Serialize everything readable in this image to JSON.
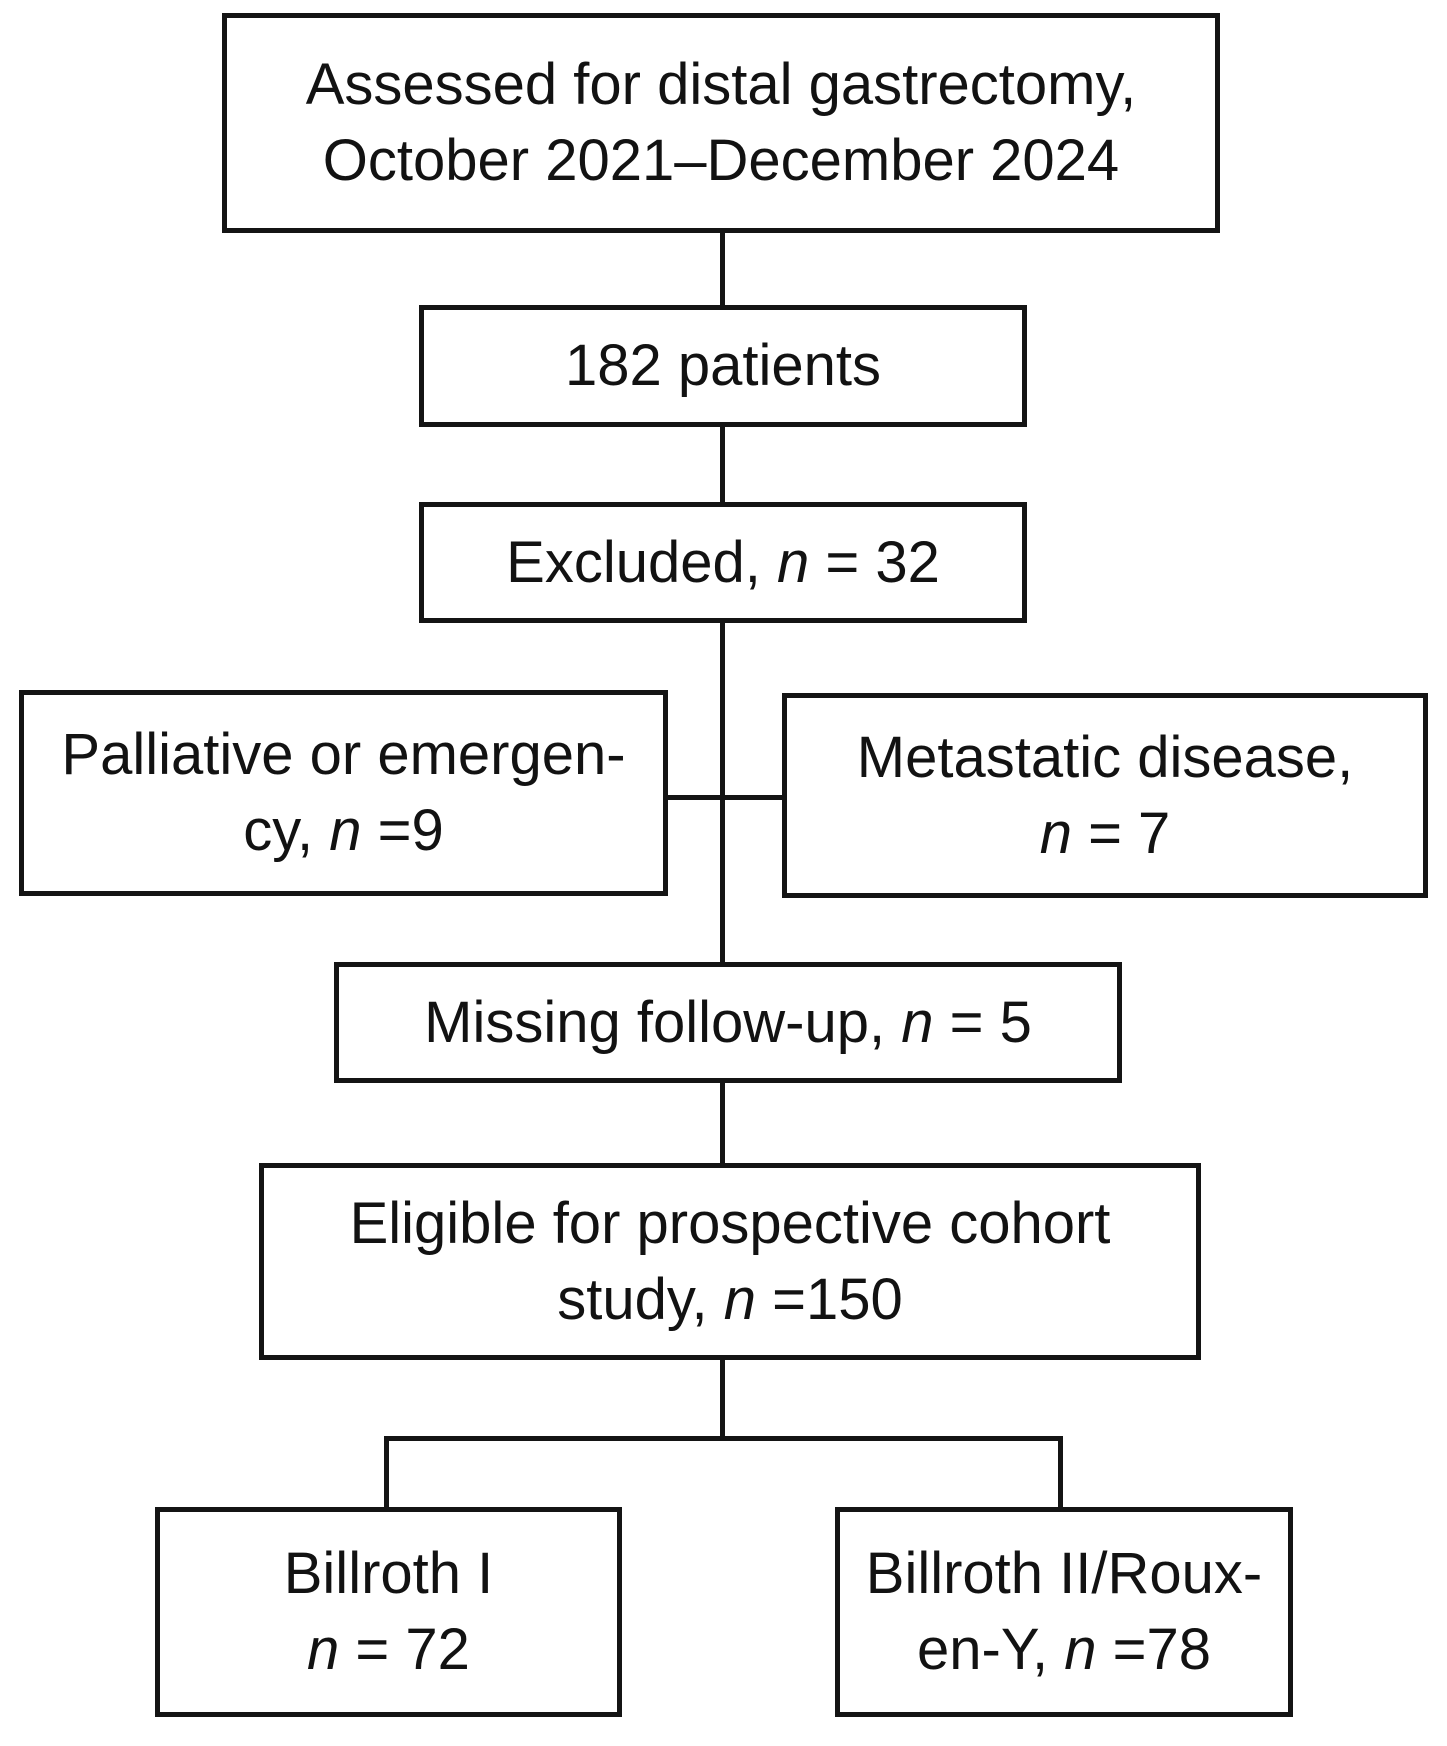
{
  "figure": {
    "type": "flowchart",
    "description": "CONSORT-style patient flow diagram for a distal gastrectomy prospective cohort study"
  },
  "colors": {
    "background": "#ffffff",
    "line": "#141414",
    "text": "#121212",
    "box_fill": "#ffffff"
  },
  "boxes": {
    "assessed": {
      "line1": "Assessed for distal gastrectomy,",
      "line2": "October 2021–December 2024"
    },
    "patients": {
      "line1": "182 patients"
    },
    "excluded": {
      "pre": "Excluded, ",
      "n": "n",
      "post": " = 32"
    },
    "palliative": {
      "line1": "Palliative or emergen-",
      "line2_pre": "cy, ",
      "n": "n",
      "line2_post": " =9"
    },
    "metastatic": {
      "line1": "Metastatic disease,",
      "n": "n",
      "line2_post": " = 7"
    },
    "missing": {
      "pre": "Missing follow-up, ",
      "n": "n",
      "post": " = 5"
    },
    "eligible": {
      "line1": "Eligible for prospective cohort",
      "line2_pre": "study, ",
      "n": "n",
      "line2_post": " =150"
    },
    "billroth1": {
      "line1": "Billroth I",
      "n": "n",
      "line2_post": " = 72"
    },
    "billroth2": {
      "line1": "Billroth II/Roux-",
      "line2_pre": "en-Y, ",
      "n": "n",
      "line2_post": " =78"
    }
  }
}
